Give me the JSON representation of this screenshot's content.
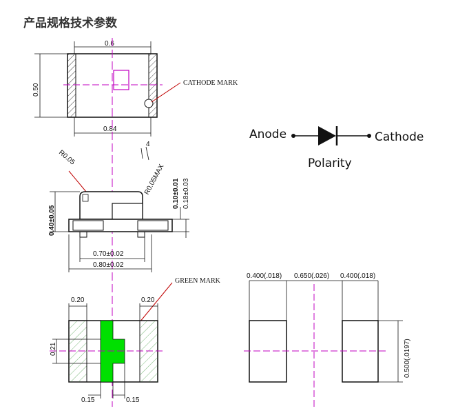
{
  "page": {
    "title": "产品规格技术参数"
  },
  "top_view": {
    "width_top": "0.6",
    "height": "0.50",
    "width_bottom": "0.84",
    "cathode_mark": "CATHODE MARK"
  },
  "side_view": {
    "r1": "R0.05",
    "r2": "R0.05MAX",
    "angle": "4",
    "height_total": "0.40±0.05",
    "h1": "0.10±0.01",
    "h2": "0.18±0.03",
    "w1": "0.70±0.02",
    "w2": "0.80±0.02"
  },
  "bottom_view": {
    "green_mark": "GREEN MARK",
    "left_pad": "0.20",
    "right_pad": "0.20",
    "height": "0.21",
    "bl": "0.15",
    "br": "0.15"
  },
  "footprint": {
    "pad1": "0.400(.018)",
    "gap": "0.650(.026)",
    "pad2": "0.400(.018)",
    "height": "0.500(.0197)"
  },
  "polarity": {
    "anode": "Anode",
    "cathode": "Cathode",
    "label": "Polarity"
  },
  "colors": {
    "green_mark": "#00e000",
    "centerline": "#c000c0",
    "hatch": "#7ab87a"
  }
}
